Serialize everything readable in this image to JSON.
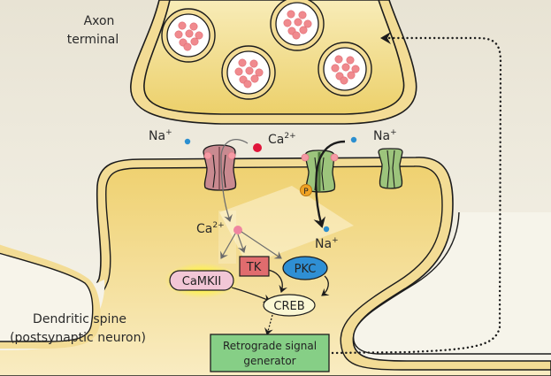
{
  "diagram": {
    "title": "Synapse signaling: axon terminal and dendritic spine",
    "labels": {
      "axon_terminal_line1": "Axon",
      "axon_terminal_line2": "terminal",
      "dendritic_spine_line1": "Dendritic spine",
      "dendritic_spine_line2": "(postsynaptic neuron)"
    },
    "ions": {
      "na_left": {
        "base": "Na",
        "charge": "+"
      },
      "ca_top": {
        "base": "Ca",
        "charge": "2+"
      },
      "na_right": {
        "base": "Na",
        "charge": "+"
      },
      "ca_inside": {
        "base": "Ca",
        "charge": "2+"
      },
      "na_inside": {
        "base": "Na",
        "charge": "+"
      }
    },
    "nodes": {
      "camkii": "CaMKII",
      "tk": "TK",
      "pkc": "PKC",
      "creb": "CREB",
      "retrograde_line1": "Retrograde signal",
      "retrograde_line2": "generator",
      "phospho": "P"
    },
    "vesicles": {
      "count": 4,
      "dots_per_vesicle": 8
    },
    "colors": {
      "background": "#ece7da",
      "cell_fill": "#f1d77a",
      "cell_fill_light": "#f8ecb8",
      "membrane_rim": "#f3dc95",
      "outline": "#1c1c1c",
      "vesicle_dot": "#f08a8e",
      "na_ion": "#2b8fd0",
      "ca_ion": "#e0153a",
      "ca_ion_inside": "#ef85a0",
      "nmda_channel": "#c98a90",
      "ampa_channel": "#9cc47c",
      "camkii_fill": "#f2c6d6",
      "camkii_glow": "#fff34a",
      "tk_fill": "#e06c6e",
      "pkc_fill": "#2f8fd4",
      "creb_fill": "#fbf7d4",
      "retro_fill": "#86cf86",
      "phospho_fill": "#f0a324"
    }
  }
}
